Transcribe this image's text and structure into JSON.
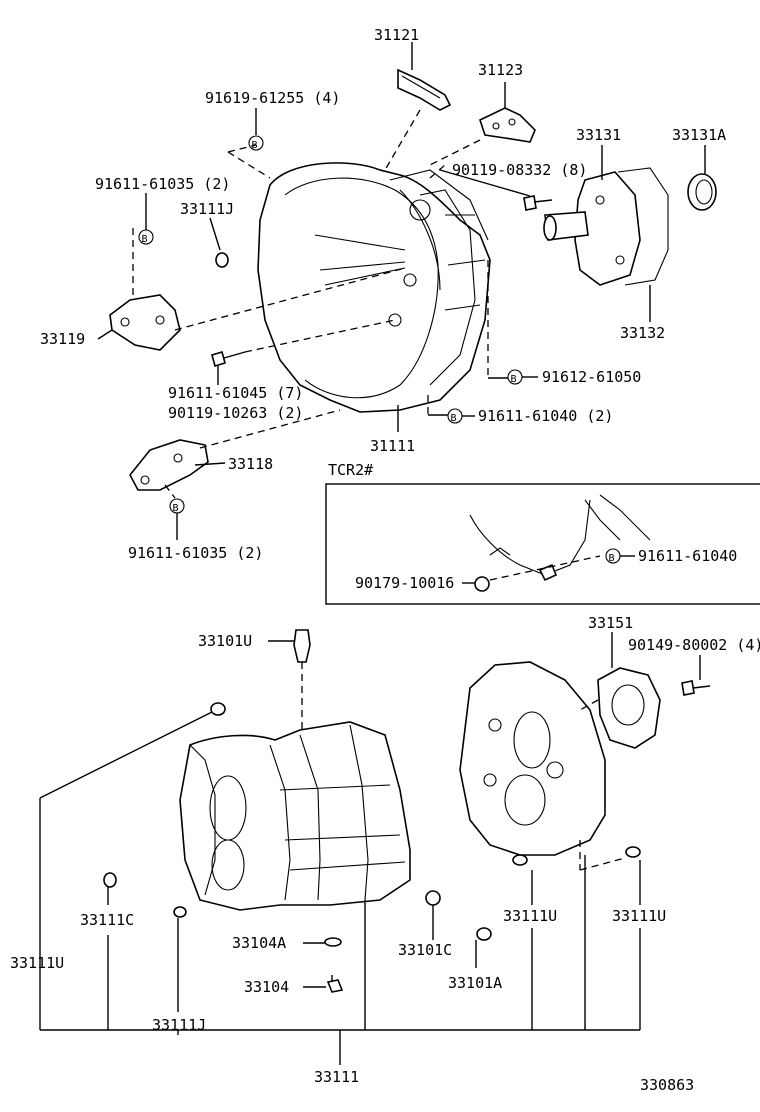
{
  "labels": {
    "p31121": "31121",
    "p31123": "31123",
    "p91619": "91619-61255 (4)",
    "p33131": "33131",
    "p33131A": "33131A",
    "p90119_8": "90119-08332 (8)",
    "p91611_35a": "91611-61035 (2)",
    "p33111J_top": "33111J",
    "p33119": "33119",
    "p33132": "33132",
    "p91611_45": "91611-61045 (7)",
    "p90119_10": "90119-10263 (2)",
    "p91612": "91612-61050",
    "p91611_40": "91611-61040 (2)",
    "p31111": "31111",
    "p33118": "33118",
    "tcr": "TCR2#",
    "p91611_35b": "91611-61035 (2)",
    "p91611_40b": "91611-61040",
    "p90179": "90179-10016",
    "p33101U": "33101U",
    "p33151": "33151",
    "p90149": "90149-80002 (4)",
    "p33111C": "33111C",
    "p33111U_left": "33111U",
    "p33104A": "33104A",
    "p33104": "33104",
    "p33101C": "33101C",
    "p33101A": "33101A",
    "p33111U_mid": "33111U",
    "p33111U_right": "33111U",
    "p33111J_bot": "33111J",
    "p33111": "33111",
    "diagram_id": "330863"
  },
  "icons": {
    "b_marker": "B"
  }
}
